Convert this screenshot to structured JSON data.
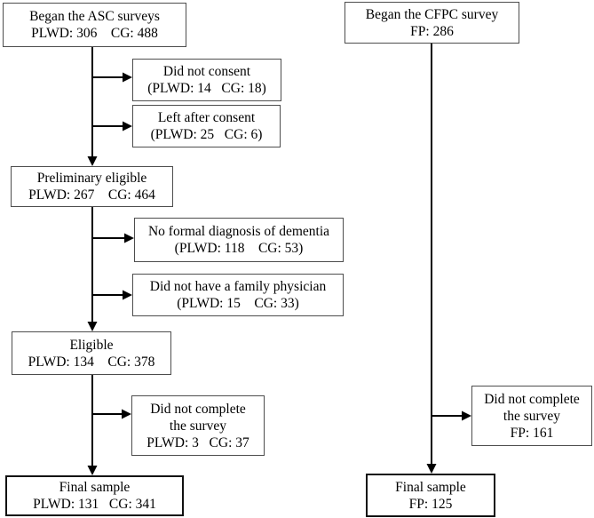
{
  "diagram": {
    "background": "#ffffff",
    "colors": {
      "arrow": "#000000",
      "box_border": "#4d4d4d",
      "final_box_border": "#111111",
      "text": "#000000"
    },
    "left_flow": {
      "asc_began": {
        "lines": [
          "Began the ASC surveys",
          "PLWD: 306    CG: 488"
        ]
      },
      "did_not_consent": {
        "lines": [
          "Did not consent",
          "(PLWD: 14   CG: 18)"
        ]
      },
      "left_after_consent": {
        "lines": [
          "Left after consent",
          "(PLWD: 25   CG: 6)"
        ]
      },
      "preliminary_eligible": {
        "lines": [
          "Preliminary eligible",
          "PLWD: 267    CG: 464"
        ]
      },
      "no_formal_diagnosis": {
        "lines": [
          "No formal diagnosis of dementia",
          "(PLWD: 118    CG: 53)"
        ]
      },
      "no_family_physician": {
        "lines": [
          "Did not have a family physician",
          "(PLWD: 15    CG: 33)"
        ]
      },
      "eligible": {
        "lines": [
          "Eligible",
          "PLWD: 134    CG: 378"
        ]
      },
      "did_not_complete": {
        "lines": [
          "Did not complete",
          "the survey",
          "PLWD: 3   CG: 37"
        ]
      },
      "final_sample": {
        "lines": [
          "Final sample",
          "PLWD: 131   CG: 341"
        ]
      }
    },
    "right_flow": {
      "cfpc_began": {
        "lines": [
          "Began the CFPC survey",
          "FP: 286"
        ]
      },
      "did_not_complete": {
        "lines": [
          "Did not complete",
          "the survey",
          "FP: 161"
        ]
      },
      "final_sample": {
        "lines": [
          "Final sample",
          "FP: 125"
        ]
      }
    }
  }
}
